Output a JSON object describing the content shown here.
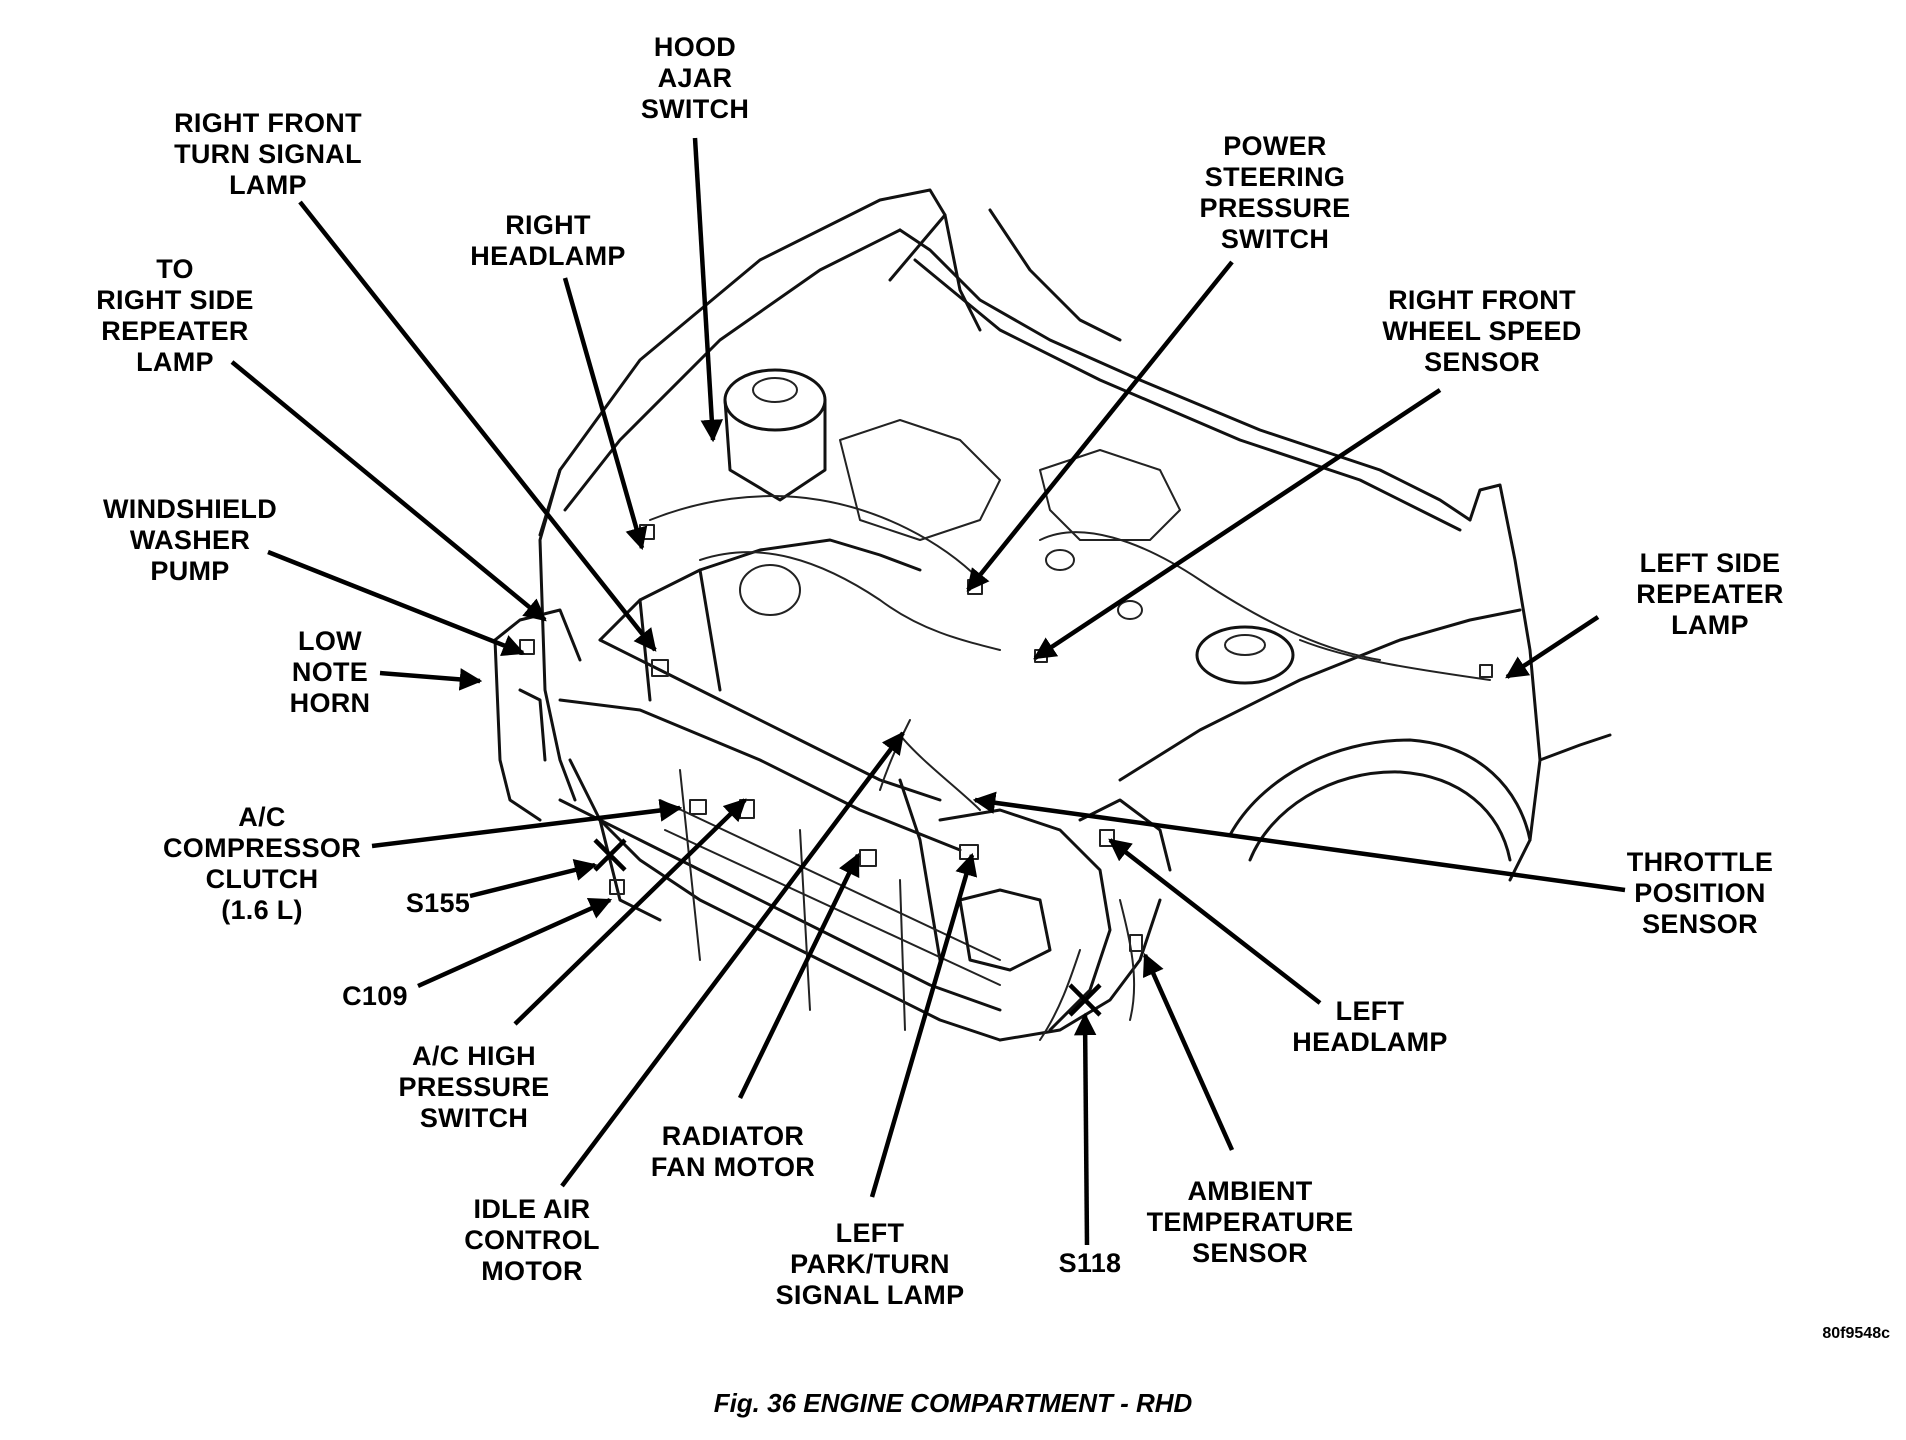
{
  "figure": {
    "caption": "Fig. 36 ENGINE COMPARTMENT - RHD",
    "image_code": "80f9548c"
  },
  "labels": [
    {
      "id": "hood-ajar-switch",
      "lines": [
        "HOOD",
        "AJAR",
        "SWITCH"
      ]
    },
    {
      "id": "right-front-turn-signal-lamp",
      "lines": [
        "RIGHT FRONT",
        "TURN SIGNAL",
        "LAMP"
      ]
    },
    {
      "id": "right-headlamp",
      "lines": [
        "RIGHT",
        "HEADLAMP"
      ]
    },
    {
      "id": "to-right-side-repeater-lamp",
      "lines": [
        "TO",
        "RIGHT SIDE",
        "REPEATER",
        "LAMP"
      ]
    },
    {
      "id": "power-steering-pressure-switch",
      "lines": [
        "POWER",
        "STEERING",
        "PRESSURE",
        "SWITCH"
      ]
    },
    {
      "id": "right-front-wheel-speed-sensor",
      "lines": [
        "RIGHT FRONT",
        "WHEEL SPEED",
        "SENSOR"
      ]
    },
    {
      "id": "windshield-washer-pump",
      "lines": [
        "WINDSHIELD",
        "WASHER",
        "PUMP"
      ]
    },
    {
      "id": "low-note-horn",
      "lines": [
        "LOW",
        "NOTE",
        "HORN"
      ]
    },
    {
      "id": "left-side-repeater-lamp",
      "lines": [
        "LEFT SIDE",
        "REPEATER",
        "LAMP"
      ]
    },
    {
      "id": "ac-compressor-clutch",
      "lines": [
        "A/C",
        "COMPRESSOR",
        "CLUTCH",
        "(1.6 L)"
      ]
    },
    {
      "id": "s155",
      "lines": [
        "S155"
      ]
    },
    {
      "id": "c109",
      "lines": [
        "C109"
      ]
    },
    {
      "id": "throttle-position-sensor",
      "lines": [
        "THROTTLE",
        "POSITION",
        "SENSOR"
      ]
    },
    {
      "id": "left-headlamp",
      "lines": [
        "LEFT",
        "HEADLAMP"
      ]
    },
    {
      "id": "ac-high-pressure-switch",
      "lines": [
        "A/C HIGH",
        "PRESSURE",
        "SWITCH"
      ]
    },
    {
      "id": "radiator-fan-motor",
      "lines": [
        "RADIATOR",
        "FAN MOTOR"
      ]
    },
    {
      "id": "idle-air-control-motor",
      "lines": [
        "IDLE AIR",
        "CONTROL",
        "MOTOR"
      ]
    },
    {
      "id": "left-park-turn-signal-lamp",
      "lines": [
        "LEFT",
        "PARK/TURN",
        "SIGNAL LAMP"
      ]
    },
    {
      "id": "s118",
      "lines": [
        "S118"
      ]
    },
    {
      "id": "ambient-temperature-sensor",
      "lines": [
        "AMBIENT",
        "TEMPERATURE",
        "SENSOR"
      ]
    }
  ]
}
